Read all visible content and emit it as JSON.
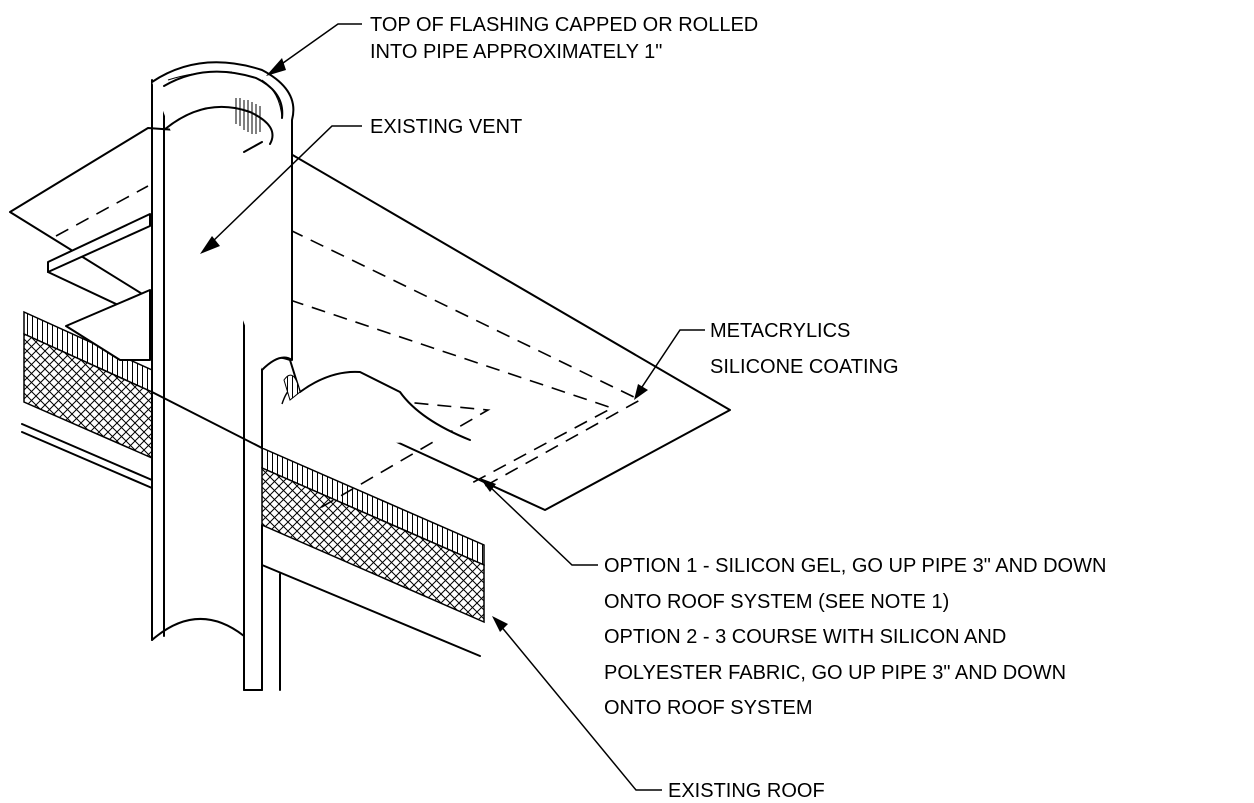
{
  "callouts": {
    "flashing_top": {
      "lines": [
        "TOP OF FLASHING CAPPED OR ROLLED",
        "INTO PIPE APPROXIMATELY 1\""
      ]
    },
    "existing_vent": {
      "lines": [
        "EXISTING VENT"
      ]
    },
    "coating": {
      "lines": [
        "METACRYLICS",
        "SILICONE COATING"
      ]
    },
    "options": {
      "lines": [
        "OPTION 1 - SILICON GEL, GO UP PIPE 3\"  AND DOWN",
        "ONTO ROOF SYSTEM  (SEE NOTE 1)",
        "OPTION 2 - 3 COURSE WITH SILICON AND",
        "POLYESTER FABRIC, GO UP PIPE 3\" AND DOWN",
        "ONTO ROOF SYSTEM"
      ]
    },
    "existing_roof": {
      "lines": [
        "EXISTING ROOF"
      ]
    }
  },
  "colors": {
    "line": "#000000",
    "background": "#ffffff"
  }
}
